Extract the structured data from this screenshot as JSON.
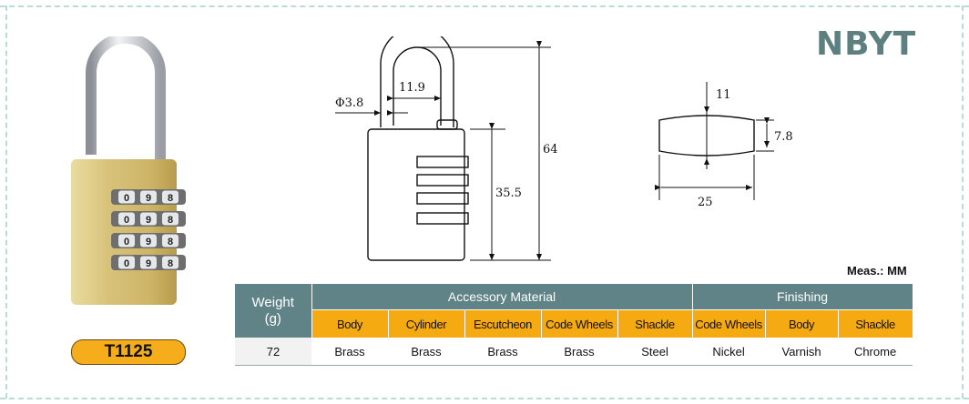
{
  "brand": "NBYT",
  "model": "T1125",
  "measurement_note": "Meas.: MM",
  "lock_photo": {
    "dial_digits": [
      [
        "0",
        "9",
        "8"
      ],
      [
        "0",
        "9",
        "8"
      ],
      [
        "0",
        "9",
        "8"
      ],
      [
        "0",
        "9",
        "8"
      ]
    ],
    "colors": {
      "body": "#d8c27a",
      "shackle": "#c9ccd0"
    }
  },
  "dimensions": {
    "shackle_diameter": "Φ3.8",
    "shackle_inner_width": "11.9",
    "total_height": "64",
    "body_height": "35.5",
    "wheel_thickness": "11",
    "wheel_height": "7.8",
    "wheel_width": "25"
  },
  "table": {
    "weight_header": [
      "Weight",
      "(g)"
    ],
    "group_headers": [
      "Accessory Material",
      "Finishing"
    ],
    "sub_headers": [
      "Body",
      "Cylinder",
      "Escutcheon",
      "Code Wheels",
      "Shackle",
      "Code Wheels",
      "Body",
      "Shackle"
    ],
    "values": [
      "72",
      "Brass",
      "Brass",
      "Brass",
      "Brass",
      "Steel",
      "Nickel",
      "Varnish",
      "Chrome"
    ]
  },
  "colors": {
    "header_teal": "#5f8386",
    "header_orange": "#f6aa12",
    "badge_orange": "#f5ad1b",
    "frame": "#b9dcd6"
  }
}
